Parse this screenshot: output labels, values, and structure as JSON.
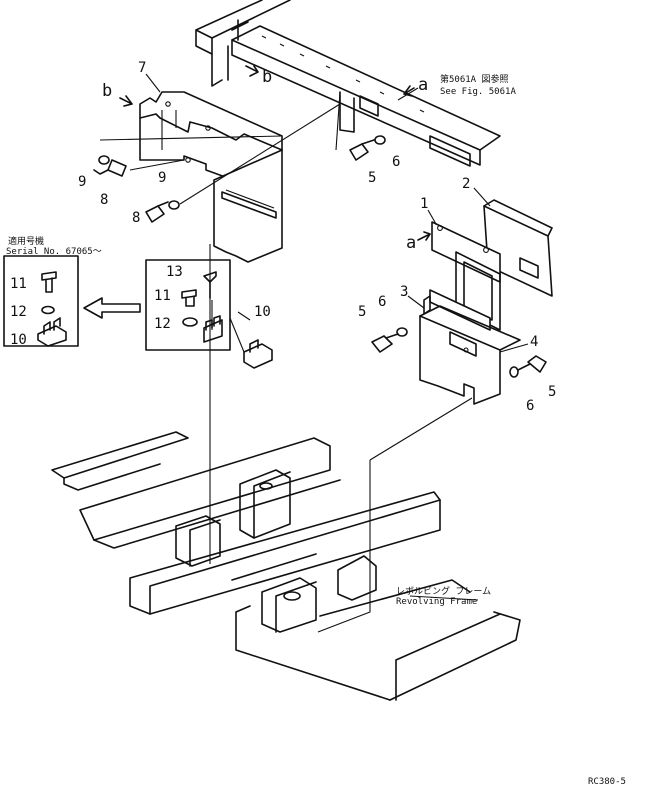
{
  "callouts": {
    "part_1": "1",
    "part_2": "2",
    "part_3": "3",
    "part_4": "4",
    "part_5a": "5",
    "part_5b": "5",
    "part_5c": "5",
    "part_6a": "6",
    "part_6b": "6",
    "part_6c": "6",
    "part_7": "7",
    "part_8a": "8",
    "part_8b": "8",
    "part_9a": "9",
    "part_9b": "9",
    "part_10a": "10",
    "part_10b": "10",
    "part_11a": "11",
    "part_11b": "11",
    "part_12a": "12",
    "part_12b": "12",
    "part_13": "13",
    "ref_a1": "a",
    "ref_a2": "a",
    "ref_b1": "b",
    "ref_b2": "b"
  },
  "notes": {
    "see_fig_jp": "第5061A 図参照",
    "see_fig_en": "See Fig. 5061A",
    "serial_jp": "適用号機",
    "serial_en": "Serial No. 67065～",
    "frame_jp": "レボルビング フレーム",
    "frame_en": "Revolving Frame",
    "drawing_code": "RC380-5"
  },
  "colors": {
    "ink": "#111111",
    "paper": "#ffffff"
  }
}
